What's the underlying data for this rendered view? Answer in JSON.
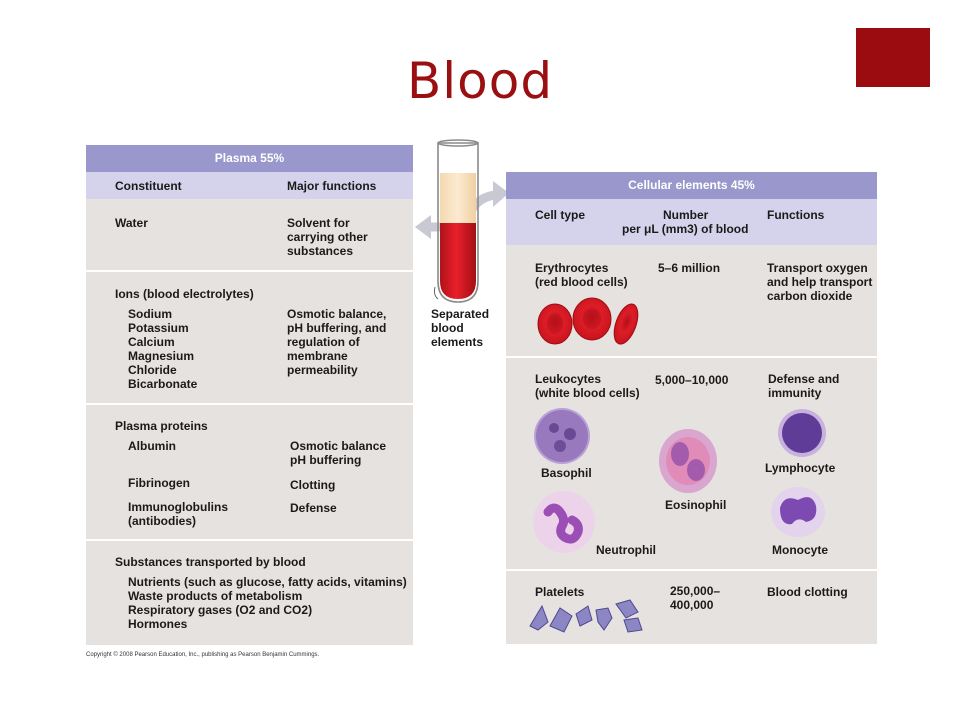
{
  "slide": {
    "title": "Blood"
  },
  "plasma": {
    "header": "Plasma 55%",
    "col_constituent": "Constituent",
    "col_functions": "Major functions",
    "water": {
      "name": "Water",
      "fn_1": "Solvent for",
      "fn_2": "carrying other",
      "fn_3": "substances"
    },
    "ions": {
      "name": "Ions (blood electrolytes)",
      "items": [
        "Sodium",
        "Potassium",
        "Calcium",
        "Magnesium",
        "Chloride",
        "Bicarbonate"
      ],
      "fn": [
        "Osmotic balance,",
        "pH buffering, and",
        "regulation of",
        "membrane",
        "permeability"
      ]
    },
    "proteins": {
      "name": "Plasma proteins",
      "albumin": "Albumin",
      "albumin_fn_1": "Osmotic balance",
      "albumin_fn_2": "pH buffering",
      "fibrinogen": "Fibrinogen",
      "fibrinogen_fn": "Clotting",
      "immuno_1": "Immunoglobulins",
      "immuno_2": "(antibodies)",
      "immuno_fn": "Defense"
    },
    "transported": {
      "name": "Substances transported by blood",
      "nutrients": "Nutrients (such as glucose, fatty acids, vitamins)",
      "waste": "Waste products of metabolism",
      "gases": "Respiratory gases (O2 and CO2)",
      "hormones": "Hormones"
    }
  },
  "tube": {
    "label_1": "Separated",
    "label_2": "blood",
    "label_3": "elements"
  },
  "cellular": {
    "header": "Cellular elements 45%",
    "col_type": "Cell type",
    "col_number_1": "Number",
    "col_number_2": "per μL (mm3) of blood",
    "col_functions": "Functions",
    "erythrocytes": {
      "name_1": "Erythrocytes",
      "name_2": "(red blood cells)",
      "number": "5–6 million",
      "fn_1": "Transport oxygen",
      "fn_2": "and help transport",
      "fn_3": "carbon dioxide"
    },
    "leukocytes": {
      "name_1": "Leukocytes",
      "name_2": "(white blood cells)",
      "number": "5,000–10,000",
      "fn_1": "Defense and",
      "fn_2": "immunity",
      "basophil": "Basophil",
      "eosinophil": "Eosinophil",
      "neutrophil": "Neutrophil",
      "lymphocyte": "Lymphocyte",
      "monocyte": "Monocyte"
    },
    "platelets": {
      "name": "Platelets",
      "number_1": "250,000–",
      "number_2": "400,000",
      "fn": "Blood clotting"
    }
  },
  "copyright": "Copyright © 2008 Pearson Education, Inc., publishing as Pearson Benjamin Cummings.",
  "colors": {
    "title": "#9a1010",
    "accent": "#9b0c10",
    "header": "#9a97cc",
    "subheader": "#d5d3ec",
    "panel": "#e6e2df"
  }
}
